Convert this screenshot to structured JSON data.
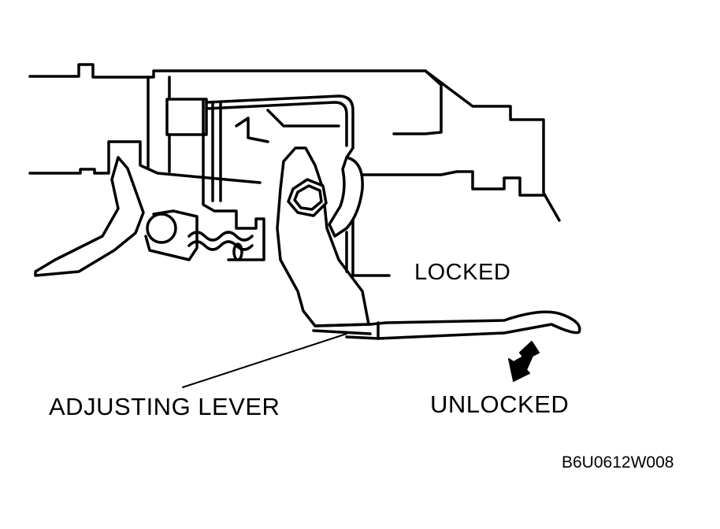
{
  "labels": {
    "locked": "LOCKED",
    "unlocked": "UNLOCKED",
    "adjusting_lever": "ADJUSTING LEVER",
    "figure_code": "B6U0612W008"
  },
  "colors": {
    "line": "#000000",
    "background": "#ffffff"
  }
}
